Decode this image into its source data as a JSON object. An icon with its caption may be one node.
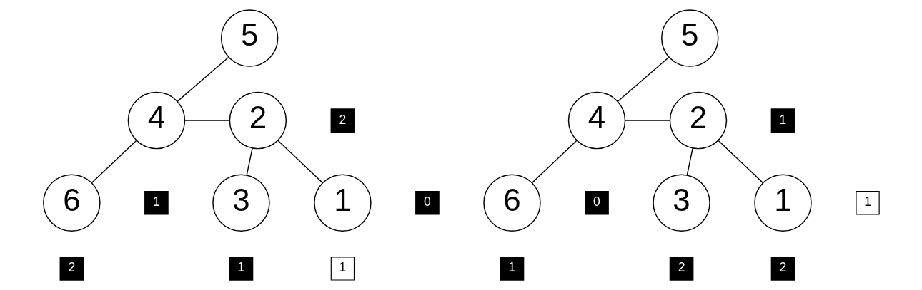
{
  "diagram": {
    "nodes": [
      {
        "text": [
          "5"
        ]
      },
      {
        "text": [
          "4"
        ]
      },
      {
        "text": [
          "2"
        ]
      },
      {
        "text": [
          "6"
        ]
      },
      {
        "text": [
          "3"
        ]
      },
      {
        "text": [
          "1"
        ]
      },
      {
        "text": [
          "2"
        ]
      },
      {
        "text": [
          "1"
        ]
      },
      {
        "text": [
          "0"
        ]
      },
      {
        "text": [
          "2"
        ]
      },
      {
        "text": [
          "1"
        ]
      },
      {
        "text": [
          "1"
        ]
      },
      {
        "text": [
          "5"
        ]
      },
      {
        "text": [
          "4"
        ]
      },
      {
        "text": [
          "2"
        ]
      },
      {
        "text": [
          "6"
        ]
      },
      {
        "text": [
          "3"
        ]
      },
      {
        "text": [
          "1"
        ]
      },
      {
        "text": [
          "1"
        ]
      },
      {
        "text": [
          "0"
        ]
      },
      {
        "text": [
          "1"
        ]
      },
      {
        "text": [
          "1"
        ]
      },
      {
        "text": [
          "2"
        ]
      },
      {
        "text": [
          "2"
        ]
      }
    ],
    "edges": [
      {
        "from": 0,
        "to": 1,
        "arrow": "none"
      },
      {
        "from": 1,
        "to": 2,
        "arrow": "none"
      },
      {
        "from": 1,
        "to": 3,
        "arrow": "none"
      },
      {
        "from": 2,
        "to": 4,
        "arrow": "none"
      },
      {
        "from": 2,
        "to": 5,
        "arrow": "none"
      },
      {
        "from": 12,
        "to": 13,
        "arrow": "none"
      },
      {
        "from": 13,
        "to": 14,
        "arrow": "none"
      },
      {
        "from": 13,
        "to": 15,
        "arrow": "none"
      },
      {
        "from": 14,
        "to": 16,
        "arrow": "none"
      },
      {
        "from": 14,
        "to": 17,
        "arrow": "none"
      }
    ]
  }
}
